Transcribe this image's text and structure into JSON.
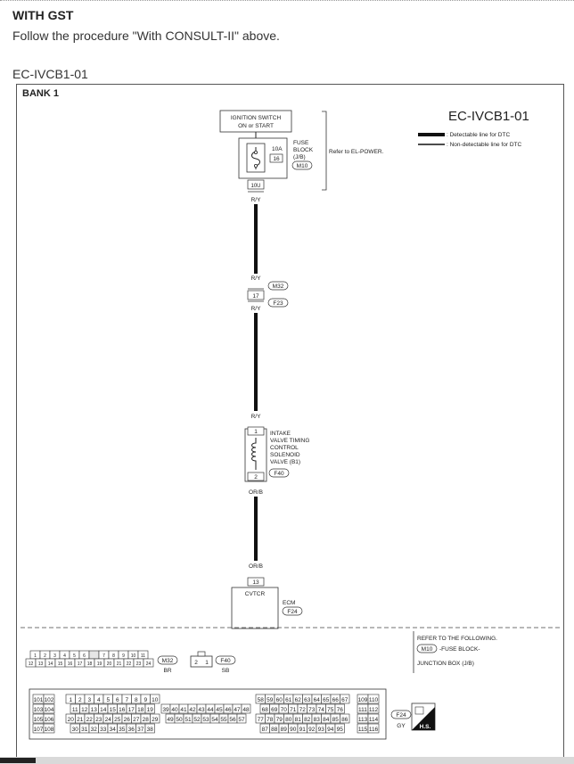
{
  "page": {
    "heading": "WITH GST",
    "instruction": "Follow the procedure \"With CONSULT-II\" above.",
    "figure_code": "EC-IVCB1-01"
  },
  "diagram": {
    "bank": "BANK 1",
    "code": "EC-IVCB1-01",
    "legend": {
      "detectable": ": Detectable line for DTC",
      "non_detectable": ": Non-detectable line for DTC"
    },
    "ignition": {
      "line1": "IGNITION SWITCH",
      "line2": "ON or START"
    },
    "fuse": {
      "amp": "10A",
      "number": "16",
      "label1": "FUSE",
      "label2": "BLOCK",
      "label3": "(J/B)",
      "connector": "M10",
      "terminal": "10U",
      "refer": "Refer to EL-POWER."
    },
    "wires": {
      "ry_1": "R/Y",
      "ry_2": "R/Y",
      "ry_3": "R/Y",
      "ry_4": "R/Y",
      "orb_1": "OR/B",
      "orb_2": "OR/B"
    },
    "joint": {
      "terminal": "17",
      "conn_top": "M32",
      "conn_bottom": "F23"
    },
    "solenoid": {
      "term_top": "1",
      "term_bottom": "2",
      "label1": "INTAKE",
      "label2": "VALVE TIMING",
      "label3": "CONTROL",
      "label4": "SOLENOID",
      "label5": "VALVE (B1)",
      "connector": "F40"
    },
    "ecm": {
      "terminal": "13",
      "pin_name": "CVTCR",
      "label": "ECM",
      "connector": "F24"
    },
    "refer_box": {
      "line1": "REFER TO THE FOLLOWING.",
      "conn": "M10",
      "line2": "-FUSE BLOCK-",
      "line3": "JUNCTION BOX (J/B)"
    },
    "connectors": {
      "m32_row1": [
        "1",
        "2",
        "3",
        "4",
        "5",
        "6",
        "",
        "7",
        "8",
        "9",
        "10",
        "11"
      ],
      "m32_row2": [
        "12",
        "13",
        "14",
        "15",
        "16",
        "17",
        "18",
        "19",
        "20",
        "21",
        "22",
        "23",
        "24"
      ],
      "m32_id": "M32",
      "m32_color": "BR",
      "f40_pins": [
        "2",
        "1"
      ],
      "f40_id": "F40",
      "f40_color": "SB",
      "ecm_left_pins": [
        "101",
        "102",
        "103",
        "104",
        "105",
        "106",
        "107",
        "108"
      ],
      "ecm_row1": [
        "1",
        "2",
        "3",
        "4",
        "5",
        "6",
        "7",
        "8",
        "9",
        "10"
      ],
      "ecm_row2": [
        "11",
        "12",
        "13",
        "14",
        "15",
        "16",
        "17",
        "18",
        "19"
      ],
      "ecm_row3": [
        "20",
        "21",
        "22",
        "23",
        "24",
        "25",
        "26",
        "27",
        "28",
        "29"
      ],
      "ecm_row4": [
        "30",
        "31",
        "32",
        "33",
        "34",
        "35",
        "36",
        "37",
        "38"
      ],
      "ecm_mid_row1": [
        "39",
        "40",
        "41",
        "42",
        "43",
        "44",
        "45",
        "46",
        "47",
        "48"
      ],
      "ecm_mid_row2": [
        "49",
        "50",
        "51",
        "52",
        "53",
        "54",
        "55",
        "56",
        "57"
      ],
      "ecm_right_row1": [
        "58",
        "59",
        "60",
        "61",
        "62",
        "63",
        "64",
        "65",
        "66",
        "67"
      ],
      "ecm_right_row2": [
        "68",
        "69",
        "70",
        "71",
        "72",
        "73",
        "74",
        "75",
        "76"
      ],
      "ecm_right_row3": [
        "77",
        "78",
        "79",
        "80",
        "81",
        "82",
        "83",
        "84",
        "85",
        "86"
      ],
      "ecm_right_row4": [
        "87",
        "88",
        "89",
        "90",
        "91",
        "92",
        "93",
        "94",
        "95"
      ],
      "ecm_far_pins": [
        "109",
        "110",
        "111",
        "112",
        "113",
        "114",
        "115",
        "116"
      ],
      "ecm_id": "F24",
      "ecm_color": "GY",
      "hs_label": "H.S."
    }
  }
}
